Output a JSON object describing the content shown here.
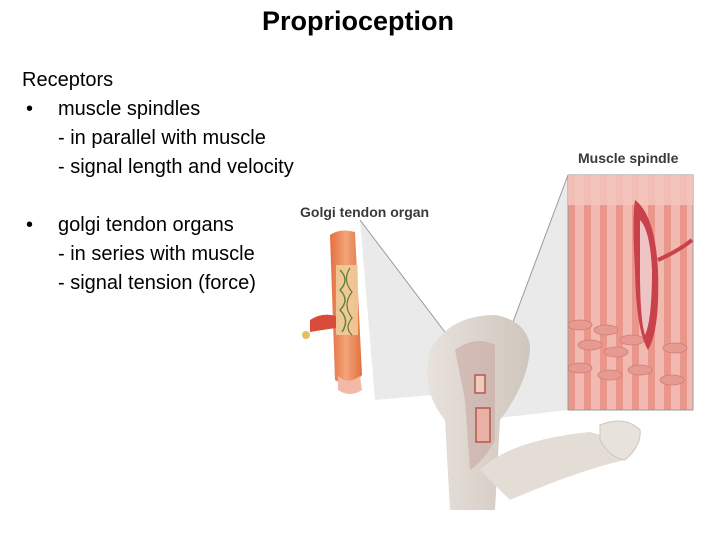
{
  "title": "Proprioception",
  "text": {
    "heading": "Receptors",
    "bullet_symbol": "•",
    "items": [
      {
        "name": "muscle spindles",
        "lines": [
          "-  in parallel with muscle",
          "-  signal length and velocity"
        ]
      },
      {
        "name": "golgi tendon organs",
        "lines": [
          "- in series with muscle",
          "- signal tension (force)"
        ]
      }
    ]
  },
  "figure": {
    "labels": {
      "golgi": "Golgi tendon organ",
      "spindle": "Muscle spindle"
    }
  }
}
